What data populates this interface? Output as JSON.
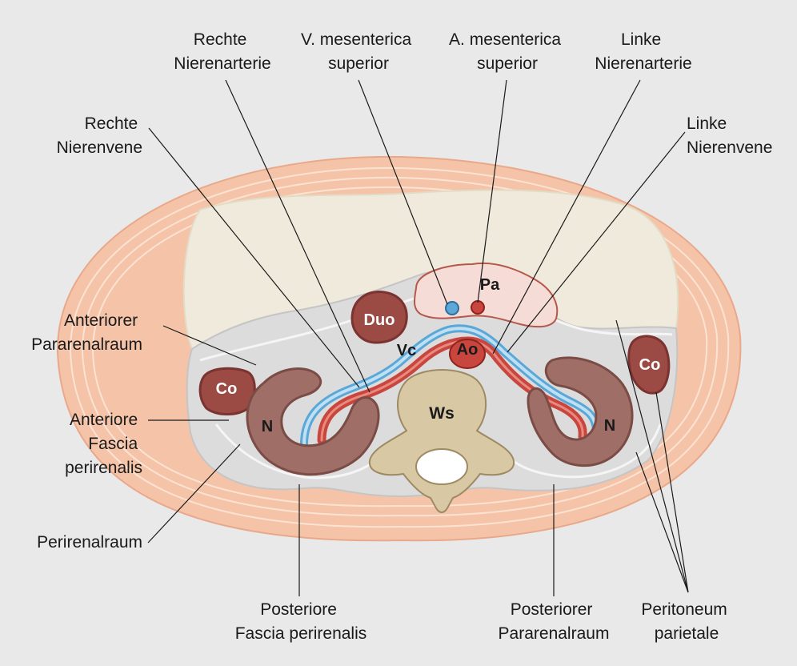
{
  "colors": {
    "background": "#e9e9ea",
    "skin": "#f5c4a8",
    "retroperitoneum": "#dcdcdc",
    "peritoneal_cavity": "#efeadb",
    "kidney": "#9f6f67",
    "vein": "#5aa7d8",
    "artery": "#c8463e",
    "vertebra": "#d9c8a4",
    "pancreas": "#f6dcd6"
  },
  "labels": {
    "rechte_nierenarterie": [
      "Rechte",
      "Nierenarterie"
    ],
    "v_mesenterica": [
      "V. mesenterica",
      "superior"
    ],
    "a_mesenterica": [
      "A. mesenterica",
      "superior"
    ],
    "linke_nierenarterie": [
      "Linke",
      "Nierenarterie"
    ],
    "rechte_nierenvene": [
      "Rechte",
      "Nierenvene"
    ],
    "linke_nierenvene": [
      "Linke",
      "Nierenvene"
    ],
    "anteriorer_pararenalraum": [
      "Anteriorer",
      "Pararenalraum"
    ],
    "anteriore_fascia": [
      "Anteriore",
      "Fascia",
      "perirenalis"
    ],
    "perirenalraum": [
      "Perirenalraum"
    ],
    "posteriore_fascia": [
      "Posteriore",
      "Fascia perirenalis"
    ],
    "posteriorer_pararenalraum": [
      "Posteriorer",
      "Pararenalraum"
    ],
    "peritoneum_parietale": [
      "Peritoneum",
      "parietale"
    ]
  },
  "organs": {
    "pa": "Pa",
    "duo": "Duo",
    "vc": "Vc",
    "ao": "Ao",
    "ws": "Ws",
    "n_left": "N",
    "n_right": "N",
    "co_left": "Co",
    "co_right": "Co"
  }
}
